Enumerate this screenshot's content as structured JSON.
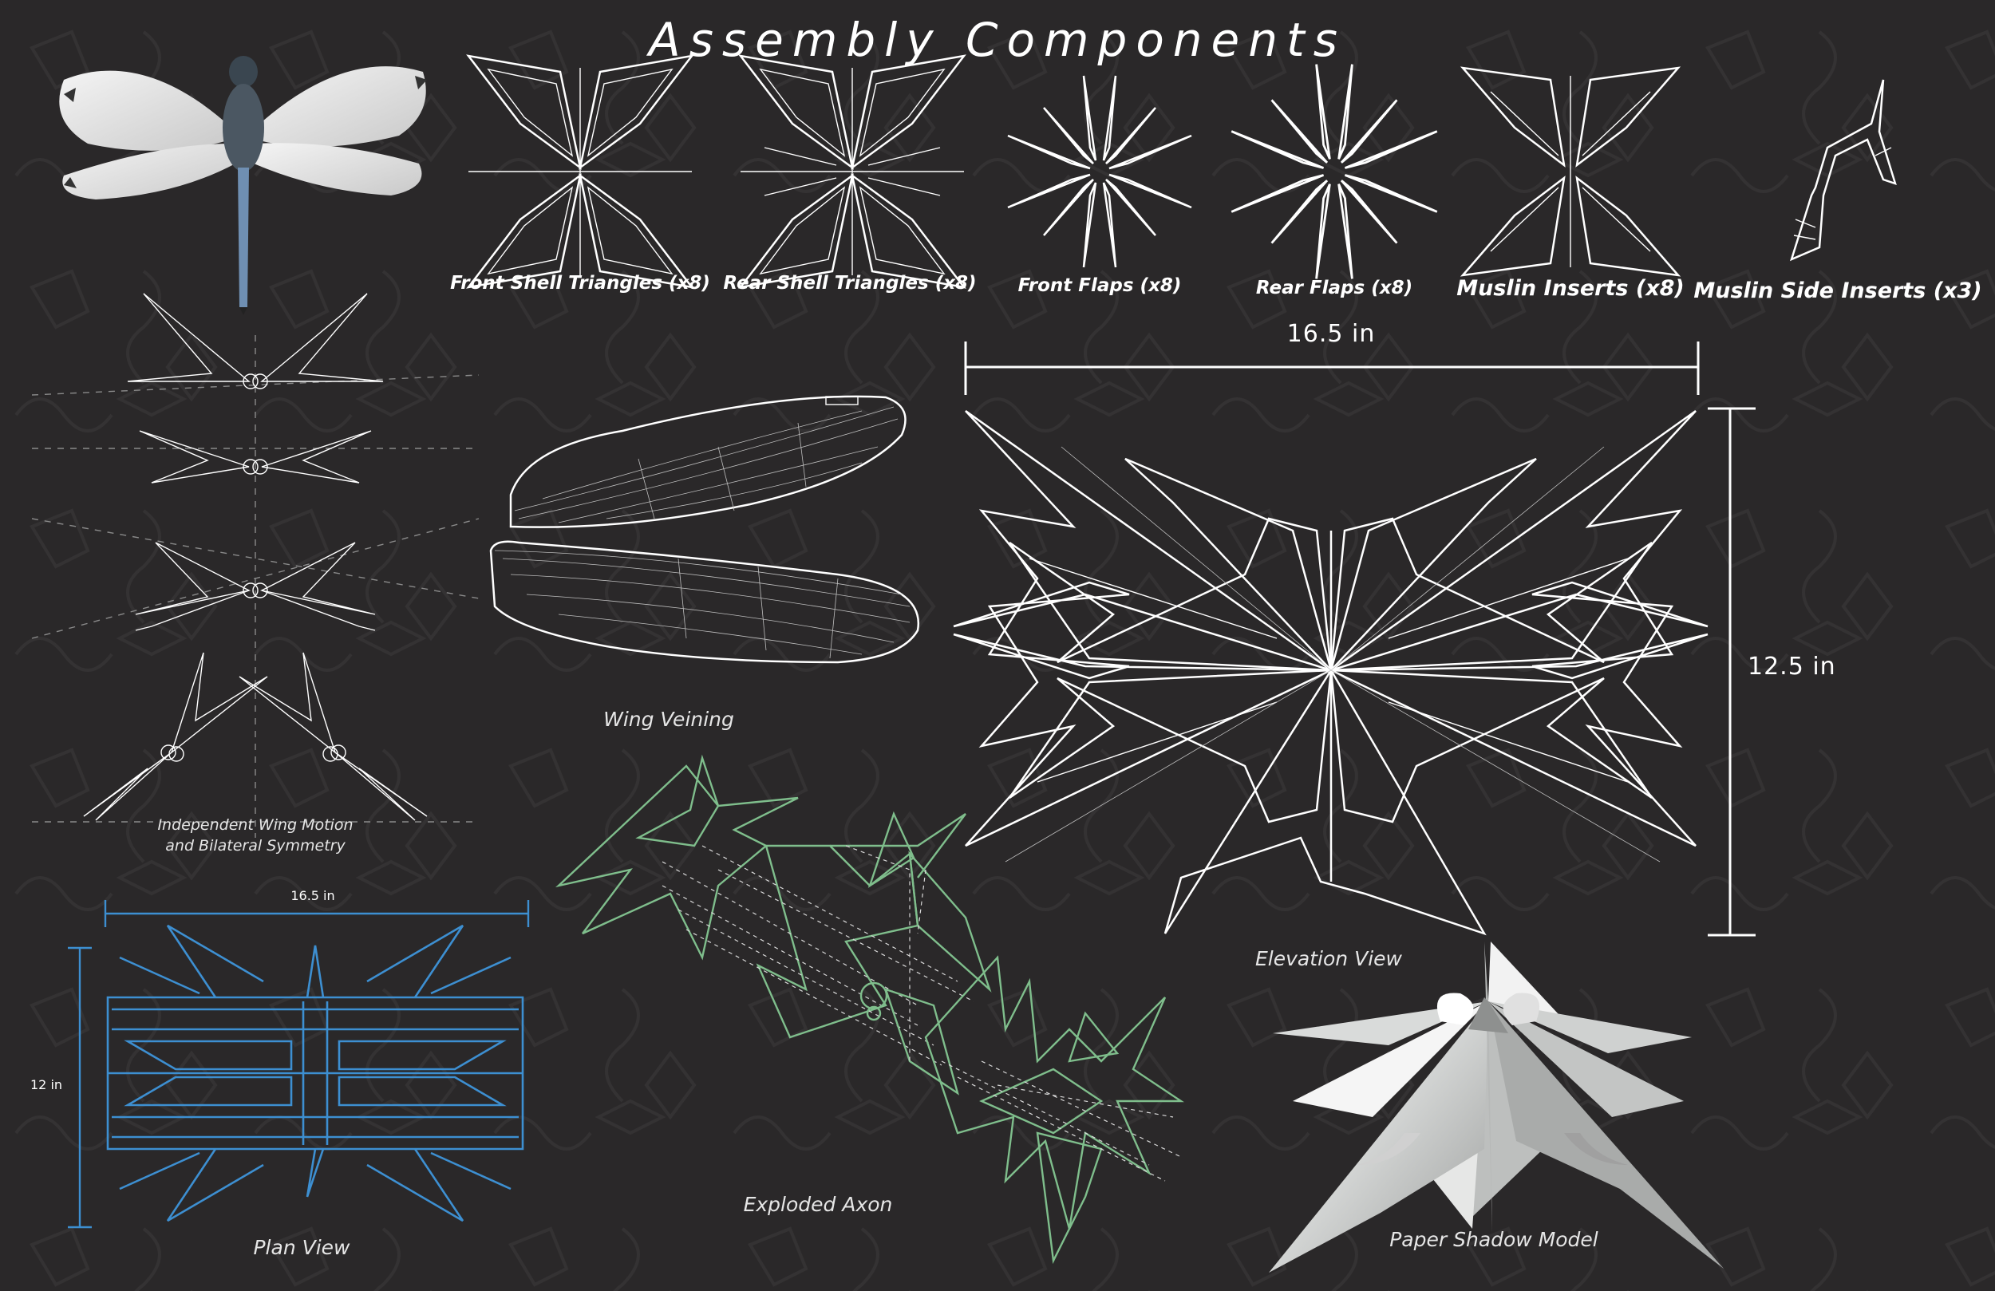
{
  "title": "Assembly Components",
  "components": [
    {
      "label": "Front Shell Triangles (x8)"
    },
    {
      "label": "Rear Shell Triangles (x8)"
    },
    {
      "label": "Front Flaps (x8)"
    },
    {
      "label": "Rear Flaps (x8)"
    },
    {
      "label": "Muslin Inserts (x8)"
    },
    {
      "label": "Muslin Side Inserts (x3)"
    }
  ],
  "captions": {
    "wing_motion_1": "Independent Wing Motion",
    "wing_motion_2": "and Bilateral Symmetry",
    "wing_veining": "Wing Veining",
    "plan_view": "Plan View",
    "exploded_axon": "Exploded Axon",
    "elevation_view": "Elevation View",
    "paper_model": "Paper Shadow Model"
  },
  "dimensions": {
    "elevation_width": "16.5 in",
    "elevation_height": "12.5 in",
    "plan_width": "16.5 in",
    "plan_height": "12 in"
  },
  "colors": {
    "background": "#2a2829",
    "line": "#ffffff",
    "plan": "#3d8fd1",
    "axon": "#7fbe8c"
  },
  "icons": [
    "dragonfly-photo",
    "paper-model-render"
  ]
}
